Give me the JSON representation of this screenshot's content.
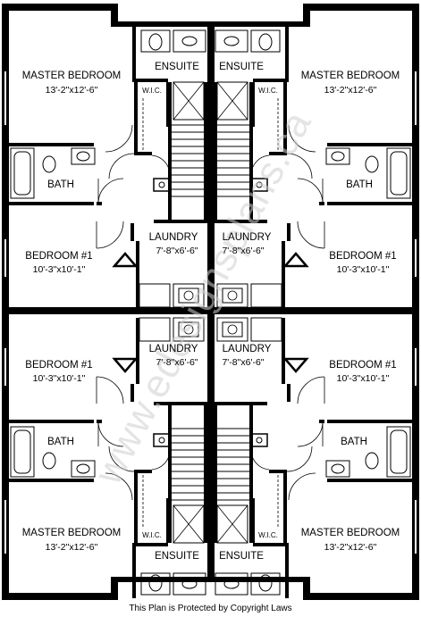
{
  "rooms": {
    "master_bedroom": "MASTER BEDROOM",
    "master_dim": "13'-2\"x12'-6\"",
    "ensuite": "ENSUITE",
    "wic": "W.I.C.",
    "bath": "BATH",
    "bedroom1": "BEDROOM #1",
    "bedroom1_dim": "10'-3\"x10'-1\"",
    "laundry": "LAUNDRY",
    "laundry_dim": "7'-8\"x6'-6\""
  },
  "watermark": "www.edesignsplans.ca",
  "copyright_notice": "This Plan is Protected by Copyright Laws",
  "colors": {
    "wall": "#000000",
    "fill": "#ffffff",
    "watermark": "#cfcfcf"
  }
}
